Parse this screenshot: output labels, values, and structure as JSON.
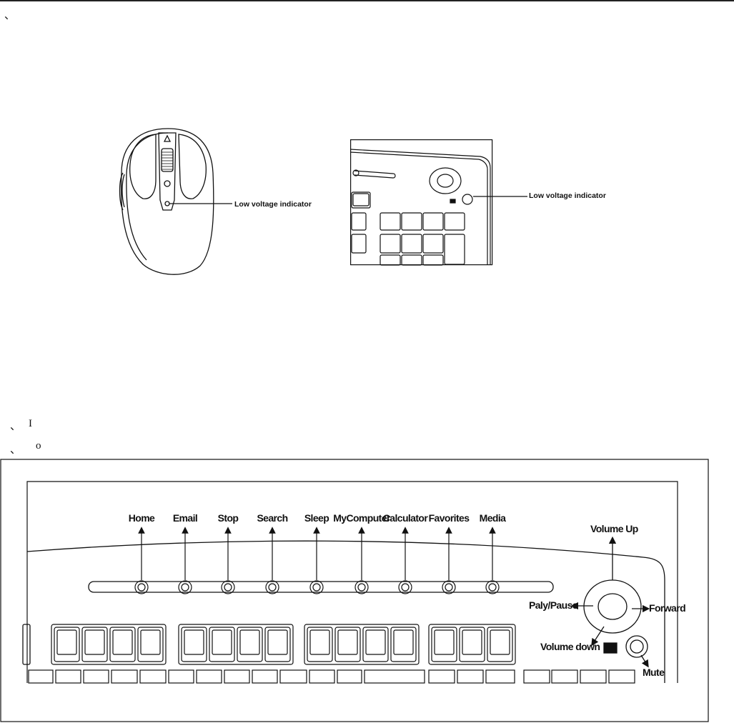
{
  "doc": {
    "mark_top": "、",
    "mark_line2": "、",
    "item_i": "I",
    "mark_line3": "、",
    "item_o": "o"
  },
  "figure_mouse": {
    "indicator_label": "Low voltage indicator"
  },
  "figure_keyboard_corner": {
    "indicator_label": "Low voltage indicator"
  },
  "figure_keyboard": {
    "hotkeys": [
      "Home",
      "Email",
      "Stop",
      "Search",
      "Sleep",
      "MyComputer",
      "Calculator",
      "Favorites",
      "Media"
    ],
    "volume_up": "Volume Up",
    "play_pause": "Paly/Pause",
    "forward": "Forward",
    "volume_down": "Volume down",
    "mute": "Mute"
  },
  "colors": {
    "ink": "#111111",
    "paper": "#ffffff",
    "key_fill": "#f2f2f2"
  }
}
